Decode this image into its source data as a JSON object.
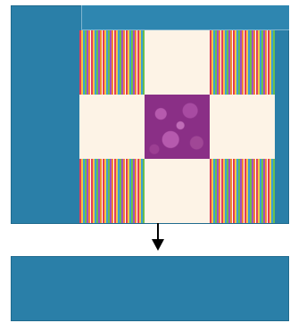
{
  "colors": {
    "frame_blue": "#2a7fa8",
    "cream": "#fdf3e6",
    "purple": "#8a2f86",
    "arrow": "#000000"
  },
  "quilt_block": {
    "layout": "nine-patch",
    "cells": [
      "confetti-print",
      "cream",
      "confetti-print",
      "cream",
      "purple-print",
      "cream",
      "confetti-print",
      "cream",
      "confetti-print"
    ]
  },
  "arrow": {
    "direction": "down",
    "icon": "arrow-down-icon"
  }
}
